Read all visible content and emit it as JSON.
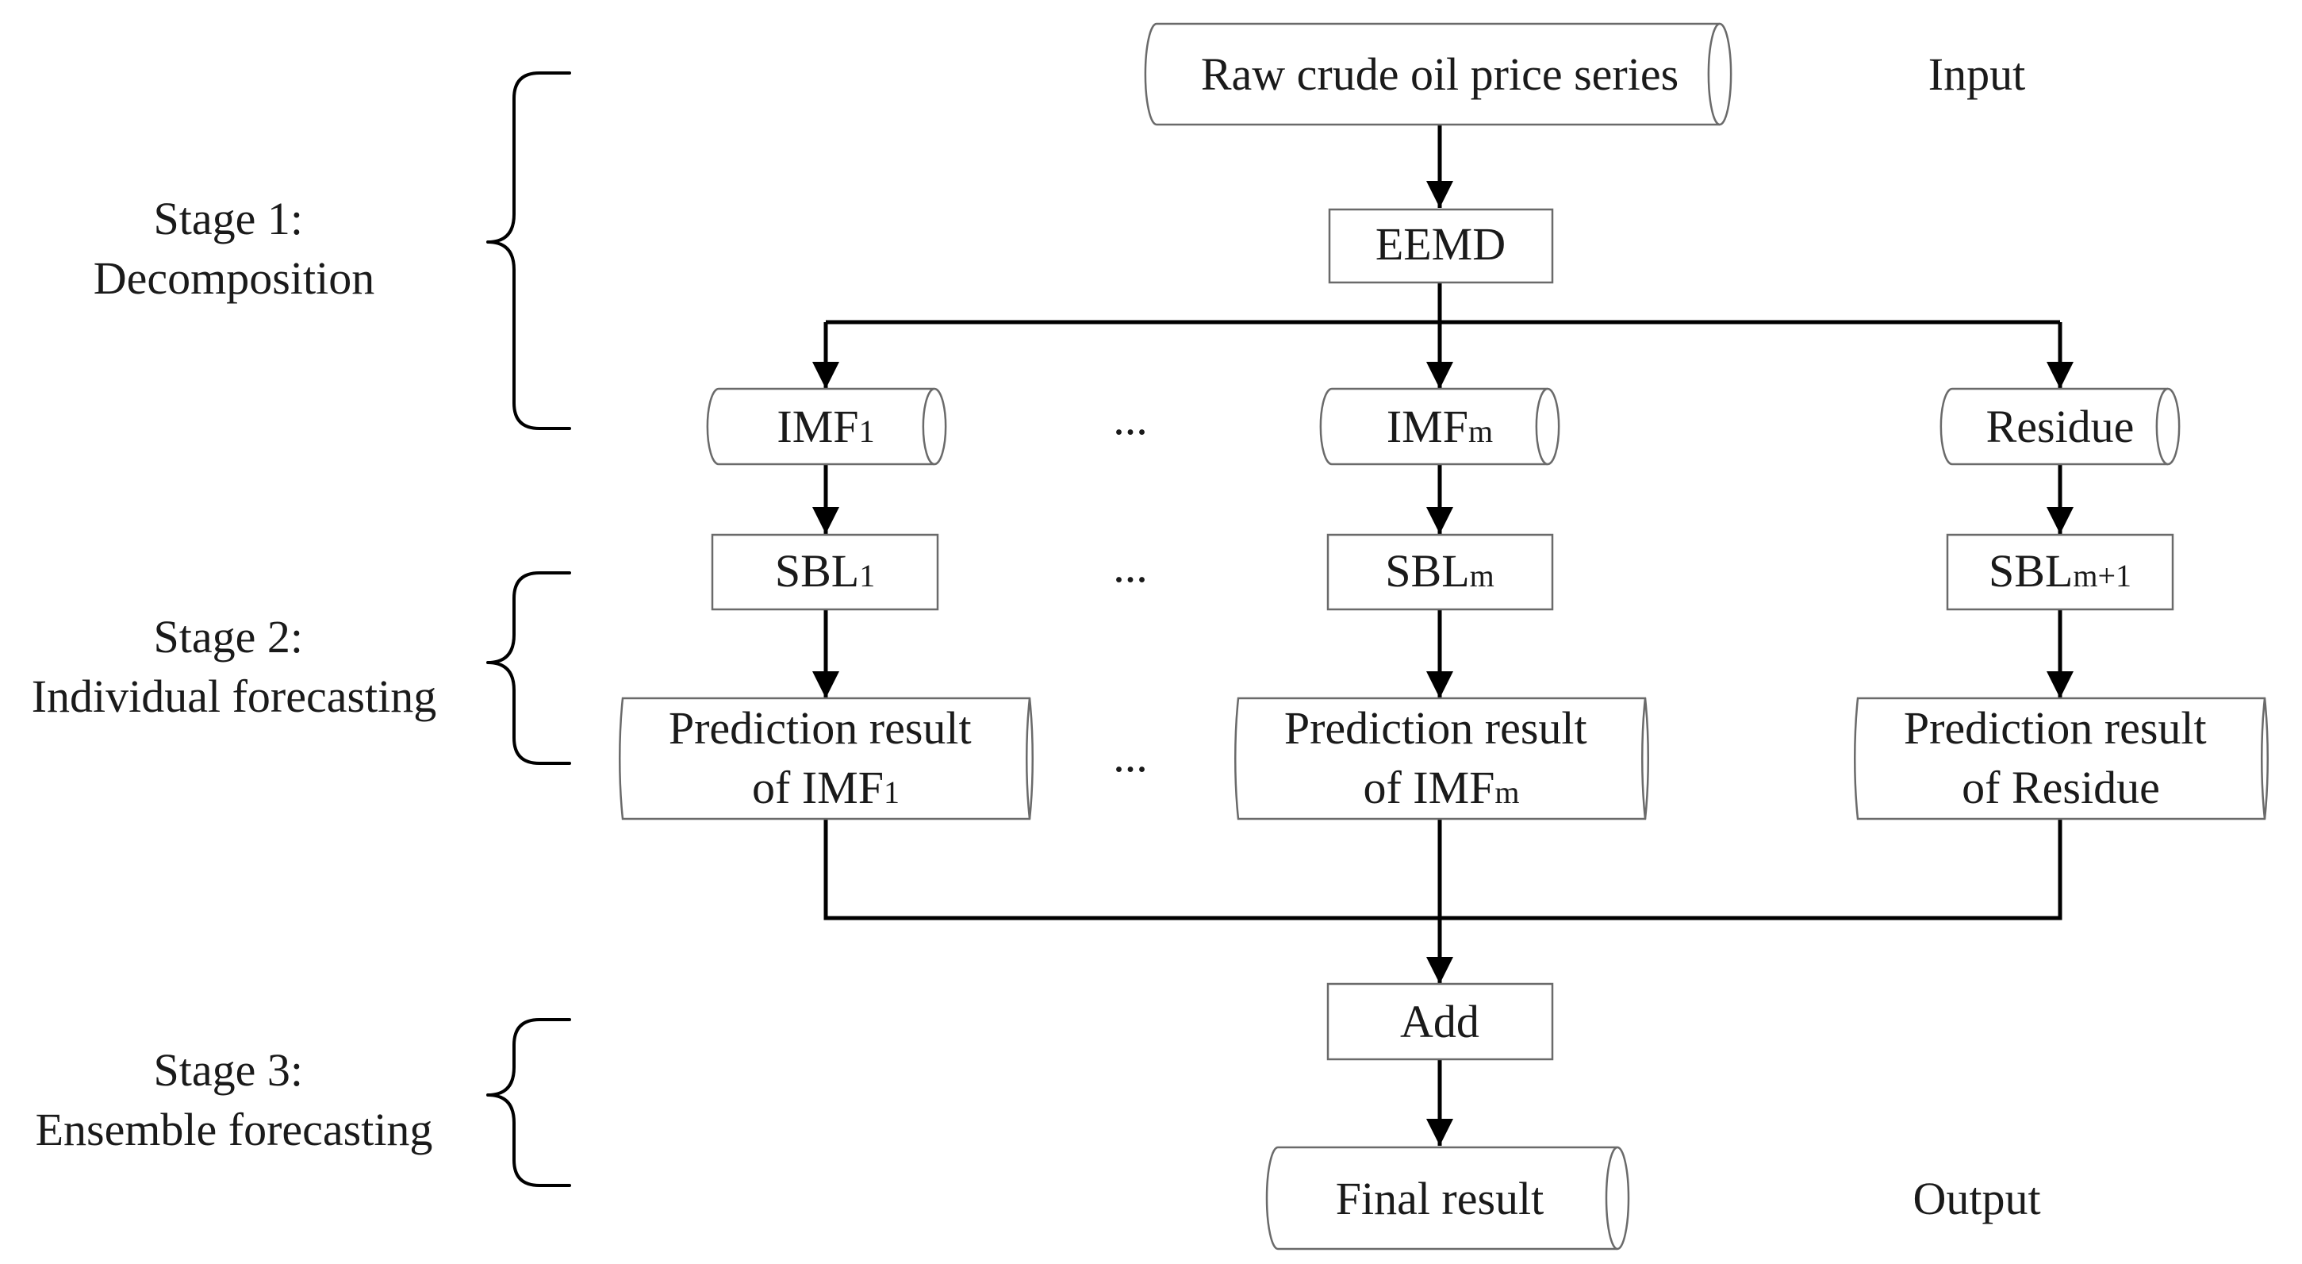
{
  "stages": [
    {
      "line1": "Stage 1:",
      "line2": "Decomposition"
    },
    {
      "line1": "Stage 2:",
      "line2": "Individual forecasting"
    },
    {
      "line1": "Stage 3:",
      "line2": "Ensemble forecasting"
    }
  ],
  "side_labels": {
    "input": "Input",
    "output": "Output"
  },
  "nodes": {
    "raw": "Raw crude oil price series",
    "eemd": "EEMD",
    "imf1": {
      "base": "IMF",
      "sub": "1"
    },
    "imfm": {
      "base": "IMF",
      "sub": "m"
    },
    "residue": "Residue",
    "sbl1": {
      "base": "SBL",
      "sub": "1"
    },
    "sblm": {
      "base": "SBL",
      "sub": "m"
    },
    "sblm1": {
      "base": "SBL",
      "sub": "m+1"
    },
    "pred1": {
      "line1": "Prediction result",
      "line2_base": "of IMF",
      "line2_sub": "1"
    },
    "predm": {
      "line1": "Prediction result",
      "line2_base": "of IMF",
      "line2_sub": "m"
    },
    "predr": {
      "line1": "Prediction result",
      "line2": "of Residue"
    },
    "add": "Add",
    "final": "Final result"
  },
  "ellipsis": "...",
  "colors": {
    "stroke": "#000000",
    "box_border": "#6a6a6a",
    "text": "#1a1a1a"
  }
}
